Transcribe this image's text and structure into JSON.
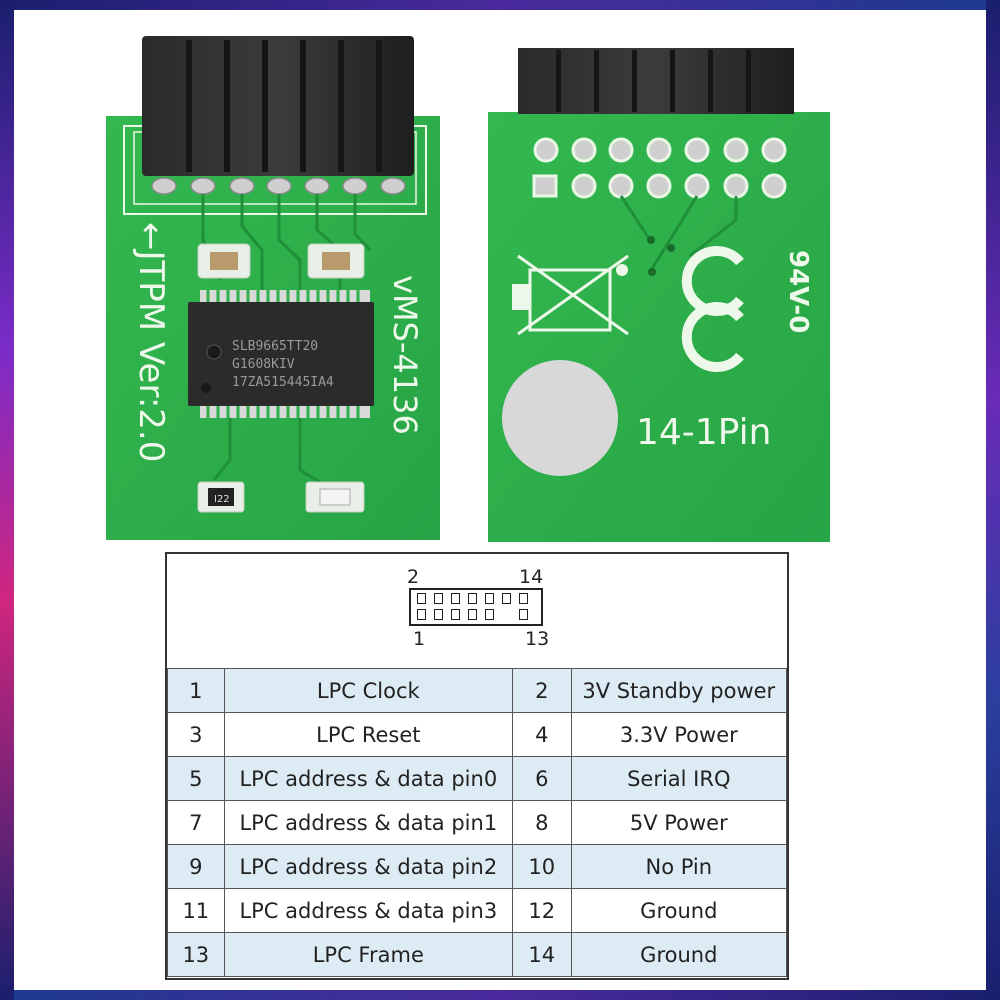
{
  "front_board": {
    "side_text": "←JTPM Ver:2.0",
    "model_text": "vMS-4136",
    "chip_lines": [
      "SLB9665TT20",
      "G1608KIV",
      "17ZA515445IA4"
    ],
    "resistor_code": "I22"
  },
  "back_board": {
    "pin_text": "14-1Pin",
    "rating_text": "94V-0",
    "ce_mark": "CE",
    "weee_mark": "weee-bin-icon"
  },
  "pinout": {
    "diagram": {
      "label_top_left": "2",
      "label_top_right": "14",
      "label_bottom_left": "1",
      "label_bottom_right": "13"
    },
    "rows": [
      {
        "pin_a": "1",
        "name_a": "LPC Clock",
        "pin_b": "2",
        "name_b": "3V Standby power"
      },
      {
        "pin_a": "3",
        "name_a": "LPC Reset",
        "pin_b": "4",
        "name_b": "3.3V Power"
      },
      {
        "pin_a": "5",
        "name_a": "LPC address & data pin0",
        "pin_b": "6",
        "name_b": "Serial IRQ"
      },
      {
        "pin_a": "7",
        "name_a": "LPC address & data pin1",
        "pin_b": "8",
        "name_b": "5V Power"
      },
      {
        "pin_a": "9",
        "name_a": "LPC address & data pin2",
        "pin_b": "10",
        "name_b": "No Pin"
      },
      {
        "pin_a": "11",
        "name_a": "LPC address & data pin3",
        "pin_b": "12",
        "name_b": "Ground"
      },
      {
        "pin_a": "13",
        "name_a": "LPC Frame",
        "pin_b": "14",
        "name_b": "Ground"
      }
    ]
  },
  "colors": {
    "pcb_green": "#2bb04a",
    "table_shade": "#dcebf4",
    "frame_purple": "#4a2a9c"
  }
}
